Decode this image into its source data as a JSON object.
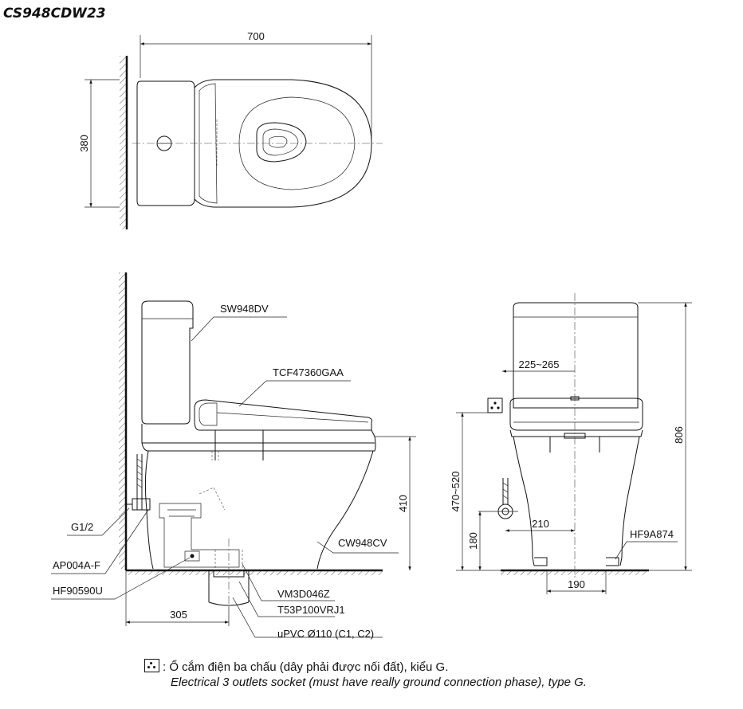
{
  "model_code": "CS948CDW23",
  "top_view": {
    "width_dim": "700",
    "depth_dim": "380"
  },
  "side_view": {
    "labels": {
      "tank": "SW948DV",
      "seat": "TCF47360GAA",
      "bowl": "CW948CV",
      "supply": "G1/2",
      "angle_valve": "AP004A-F",
      "supply_hose": "HF90590U",
      "flange": "VM3D046Z",
      "sleeve": "T53P100VRJ1",
      "drain_pipe": "uPVC Ø110 (C1, C2)"
    },
    "dims": {
      "seat_height": "410",
      "rough_in": "305"
    }
  },
  "front_view": {
    "labels": {
      "hose": "HF9A874"
    },
    "dims": {
      "socket_offset": "225~265",
      "socket_height": "470~520",
      "valve_offset": "210",
      "valve_height": "180",
      "bolt_spacing": "190",
      "total_height": "806"
    }
  },
  "legend": {
    "icon": "electrical-socket-icon",
    "vi": ": Ổ cắm điện ba chấu (dây phải được nối đất), kiểu G.",
    "en": "Electrical 3 outlets socket (must have really ground connection phase), type G."
  }
}
